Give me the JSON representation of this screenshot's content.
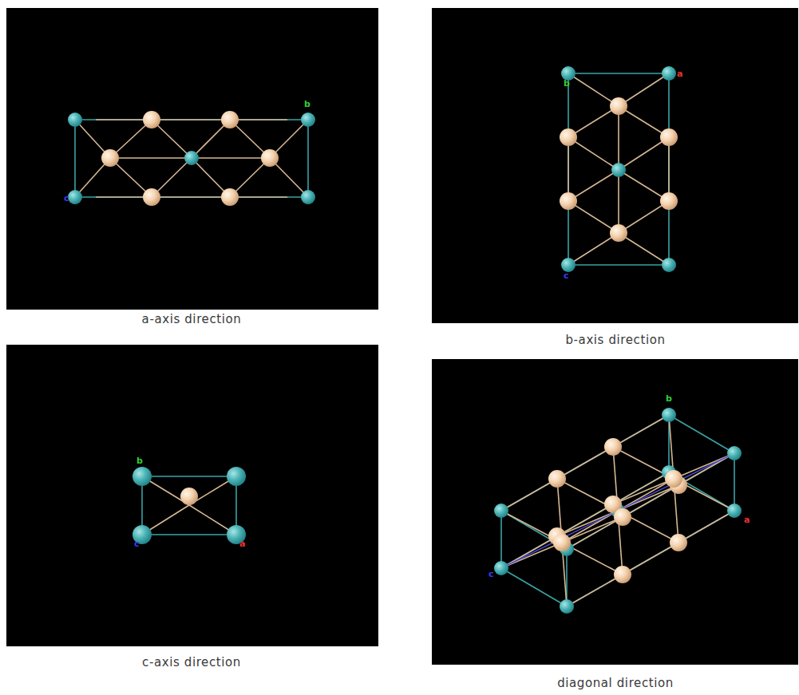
{
  "diagram": {
    "labels": [
      "b",
      "c",
      "a-axis direction",
      "b",
      "a",
      "c",
      "b-axis direction",
      "b",
      "c",
      "a",
      "c-axis direction",
      "b",
      "a",
      "c",
      "diagonal direction"
    ]
  }
}
